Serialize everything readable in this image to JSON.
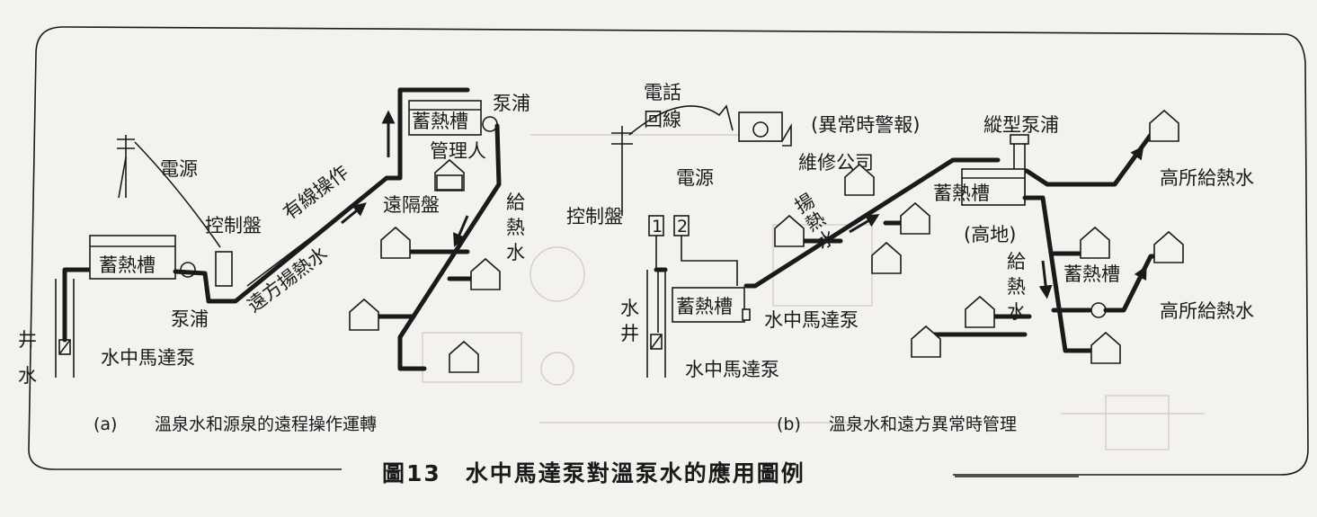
{
  "figure": {
    "title": "圖13　水中馬達泵對溫泵水的應用圖例"
  },
  "panel_a": {
    "caption_tag": "(a)",
    "caption_text": "溫泉水和源泉的遠程操作運轉",
    "labels": {
      "power": "電源",
      "control_panel": "控制盤",
      "tank_left": "蓄熱槽",
      "pump_left": "泵浦",
      "well_water": [
        "井",
        "水"
      ],
      "submersible_pump": "水中馬達泵",
      "wired_operation": "有線操作",
      "remote_lift": "遠方揚熱水",
      "tank_top": "蓄熱槽",
      "pump_top": "泵浦",
      "manager": "管理人",
      "remote_panel": "遠隔盤",
      "hot_water_supply": [
        "給",
        "熱",
        "水"
      ]
    }
  },
  "panel_b": {
    "caption_tag": "(b)",
    "caption_text": "溫泉水和遠方異常時管理",
    "labels": {
      "phone_line": [
        "電話",
        "回線"
      ],
      "alarm": "(異常時警報)",
      "maintenance": "維修公司",
      "power": "電源",
      "control_panel": "控制盤",
      "switch_1": "1",
      "switch_2": "2",
      "well": [
        "水",
        "井"
      ],
      "tank": "蓄熱槽",
      "submersible_pump_1": "水中馬達泵",
      "submersible_pump_2": "水中馬達泵",
      "lift_hot_water": [
        "揚",
        "熱",
        "水"
      ],
      "vertical_pump": "縱型泵浦",
      "tank_high": "蓄熱槽",
      "highland": "(高地)",
      "supply": [
        "給",
        "熱",
        "水"
      ],
      "tank_right": "蓄熱槽",
      "high_supply_1": "高所給熱水",
      "high_supply_2": "高所給熱水"
    }
  }
}
